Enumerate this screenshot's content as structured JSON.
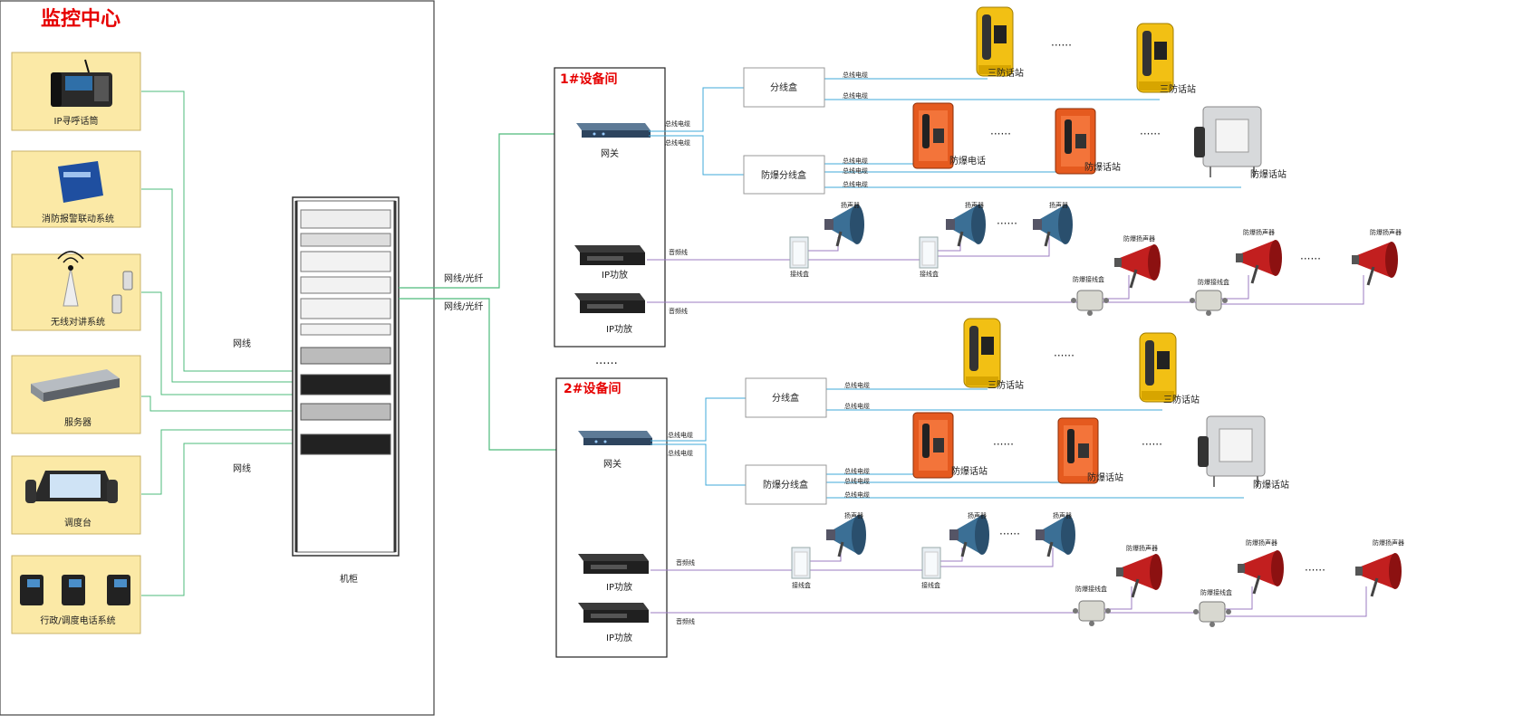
{
  "title": "监控中心",
  "rack_label": "机柜",
  "left_devices": [
    {
      "label": "IP寻呼话筒",
      "icon": "desk-phone-icon"
    },
    {
      "label": "消防报警联动系统",
      "icon": "fire-alarm-module-icon"
    },
    {
      "label": "无线对讲系统",
      "icon": "radio-tower-icon"
    },
    {
      "label": "服务器",
      "icon": "server-icon"
    },
    {
      "label": "调度台",
      "icon": "dispatch-console-icon"
    },
    {
      "label": "行政/调度电话系统",
      "icon": "ip-phones-icon"
    }
  ],
  "network_label": "网线",
  "fiber_label": "网线/光纤",
  "ellipsis": "······",
  "rooms": [
    {
      "title": "1#设备间",
      "gateway": "网关",
      "amp": "IP功放",
      "split_box": "分线盒",
      "ex_split_box": "防爆分线盒",
      "bus_cable": "总线电缆",
      "audio_cable": "音频线",
      "tri_station": "三防话站",
      "ex_phone": "防爆电话",
      "ex_station": "防爆话站",
      "speaker": "扬声器",
      "junction": "接线盒",
      "ex_speaker": "防爆扬声器",
      "ex_junction": "防爆接线盒"
    },
    {
      "title": "2#设备间",
      "gateway": "网关",
      "amp": "IP功放",
      "split_box": "分线盒",
      "ex_split_box": "防爆分线盒",
      "bus_cable": "总线电缆",
      "audio_cable": "音频线",
      "tri_station": "三防话站",
      "ex_phone": "防爆话站",
      "ex_station": "防爆话站",
      "speaker": "扬声器",
      "junction": "接线盒",
      "ex_speaker": "防爆扬声器",
      "ex_junction": "防爆接线盒"
    }
  ],
  "colors": {
    "title_red": "#e60000",
    "device_panel": "#fbe9a6",
    "network_green": "#4dbb7b",
    "bus_cyan": "#3fa9d8",
    "audio_purple": "#9b7bc2",
    "yellow_phone": "#f2c014",
    "orange_phone": "#e55a1f",
    "speaker_blue": "#3b6f95",
    "ex_speaker_red": "#c21f1f"
  }
}
